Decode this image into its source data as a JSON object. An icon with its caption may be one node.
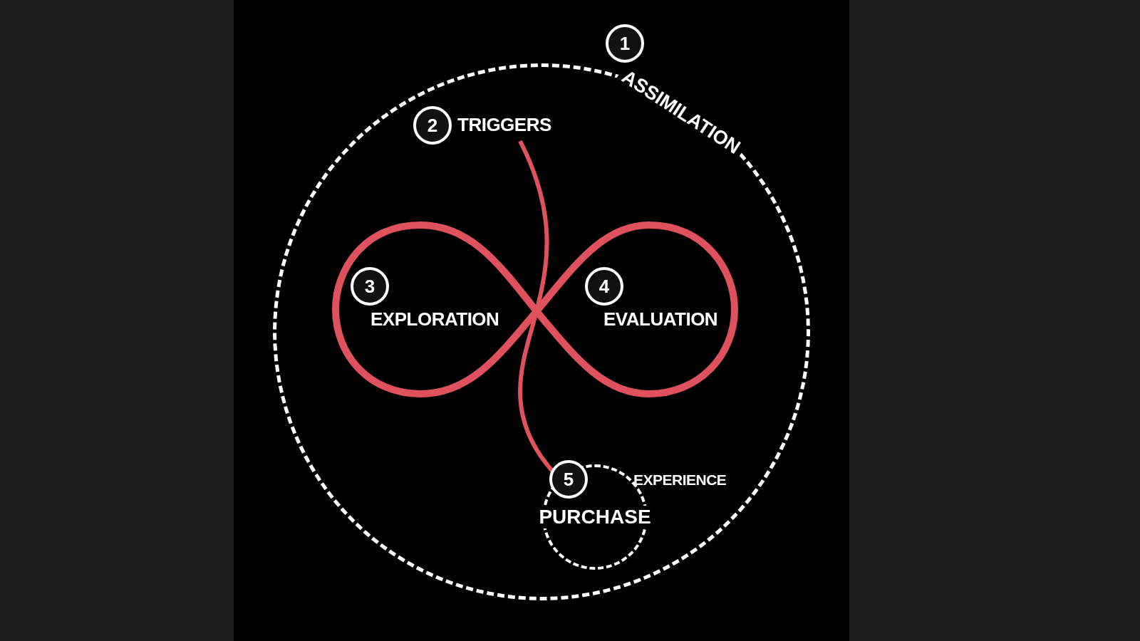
{
  "diagram": {
    "nodes": [
      {
        "text": [
          "ASSIMILATION"
        ]
      },
      {
        "text": [
          "1"
        ]
      },
      {
        "text": [
          "2"
        ],
        "beside": [
          "TRIGGERS"
        ],
        "in": 0
      },
      {
        "text": [
          "3"
        ],
        "beside": [
          "EXPLORATION"
        ],
        "in": 0
      },
      {
        "text": [
          "4"
        ],
        "beside": [
          "EVALUATION"
        ],
        "in": 0
      },
      {
        "text": [
          "PURCHASE"
        ],
        "beside": [
          "EXPERIENCE"
        ],
        "in": 0
      },
      {
        "text": [
          "5"
        ],
        "in": 0
      }
    ],
    "edges": [
      {
        "from": 2,
        "to": 5,
        "arrow": "none",
        "color": "#e0515e"
      }
    ]
  }
}
